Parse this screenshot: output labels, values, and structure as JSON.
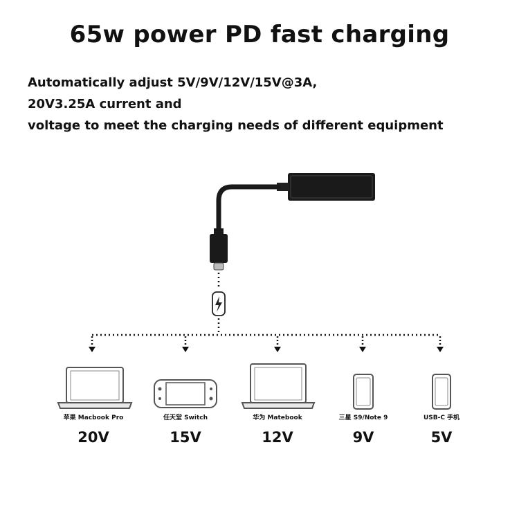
{
  "title": "65w power PD fast charging",
  "description": [
    "Automatically adjust 5V/9V/12V/15V@3A,",
    "20V3.25A current and",
    "voltage to meet the charging needs of different equipment"
  ],
  "devices": [
    {
      "label": "苹果 Macbook Pro",
      "voltage": "20V",
      "icon": "laptop-icon"
    },
    {
      "label": "任天堂 Switch",
      "voltage": "15V",
      "icon": "game-console-icon"
    },
    {
      "label": "华为 Matebook",
      "voltage": "12V",
      "icon": "laptop-icon"
    },
    {
      "label": "三星 S9/Note 9",
      "voltage": "9V",
      "icon": "phone-icon"
    },
    {
      "label": "USB-C 手机",
      "voltage": "5V",
      "icon": "phone-icon"
    }
  ],
  "colors": {
    "line": "#111111",
    "device_outline": "#555555",
    "fill_dark": "#1a1a1a"
  }
}
